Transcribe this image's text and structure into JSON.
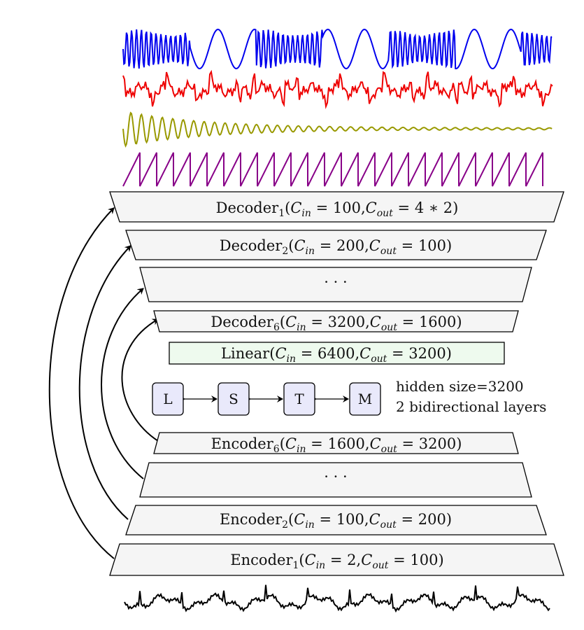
{
  "blocks": {
    "decoder1": {
      "name": "Decoder",
      "index": "1",
      "cin": "100",
      "cout": "4 ∗ 2"
    },
    "decoder2": {
      "name": "Decoder",
      "index": "2",
      "cin": "200",
      "cout": "100"
    },
    "decoder_dots": "· · ·",
    "decoder6": {
      "name": "Decoder",
      "index": "6",
      "cin": "3200",
      "cout": "1600"
    },
    "linear": {
      "name": "Linear",
      "cin": "6400",
      "cout": "3200"
    },
    "encoder6": {
      "name": "Encoder",
      "index": "6",
      "cin": "1600",
      "cout": "3200"
    },
    "encoder_dots": "· · ·",
    "encoder2": {
      "name": "Encoder",
      "index": "2",
      "cin": "100",
      "cout": "200"
    },
    "encoder1": {
      "name": "Encoder",
      "index": "1",
      "cin": "2",
      "cout": "100"
    }
  },
  "symbols": {
    "c": "C",
    "in": "in",
    "out": "out",
    "eq": "=",
    "comma": ",",
    "lparen": "(",
    "rparen": ")"
  },
  "lstm": {
    "nodes": [
      "L",
      "S",
      "T",
      "M"
    ],
    "note_line1": "hidden size=3200",
    "note_line2": "2 bidirectional layers"
  },
  "colors": {
    "block_fill": "#f5f5f5",
    "linear_fill": "#eefaee",
    "lstm_fill": "#e9e9fb",
    "signal_blue": "#0000ee",
    "signal_red": "#ee0000",
    "signal_olive": "#999900",
    "signal_purple": "#880088",
    "signal_input": "#000000"
  }
}
